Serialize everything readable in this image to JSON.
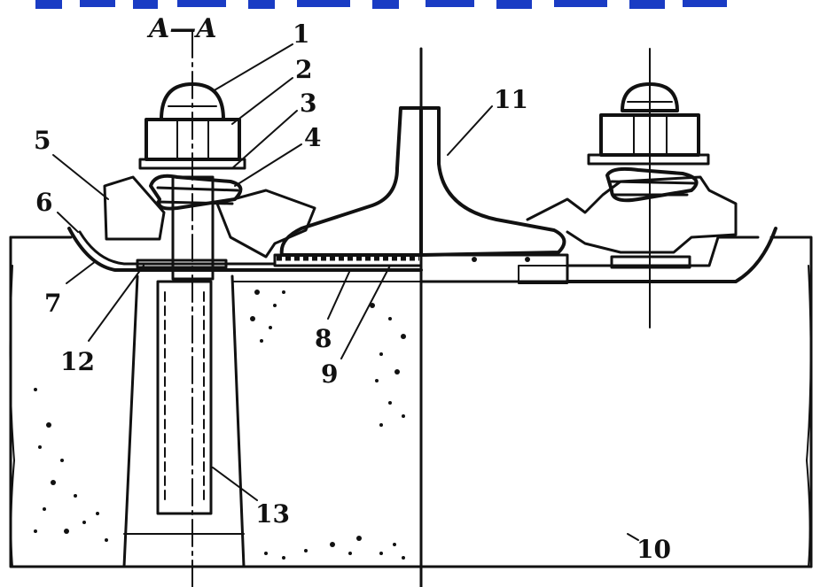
{
  "figure": {
    "section_label": "A—A",
    "colors": {
      "ink": "#111111",
      "paper": "#ffffff",
      "top_band": "#1a3cc4"
    },
    "callouts": [
      {
        "id": "c1",
        "text": "1"
      },
      {
        "id": "c2",
        "text": "2"
      },
      {
        "id": "c3",
        "text": "3"
      },
      {
        "id": "c4",
        "text": "4"
      },
      {
        "id": "c5",
        "text": "5"
      },
      {
        "id": "c6",
        "text": "6"
      },
      {
        "id": "c7",
        "text": "7"
      },
      {
        "id": "c8",
        "text": "8"
      },
      {
        "id": "c9",
        "text": "9"
      },
      {
        "id": "c10",
        "text": "10"
      },
      {
        "id": "c11",
        "text": "11"
      },
      {
        "id": "c12",
        "text": "12"
      },
      {
        "id": "c13",
        "text": "13"
      }
    ]
  }
}
